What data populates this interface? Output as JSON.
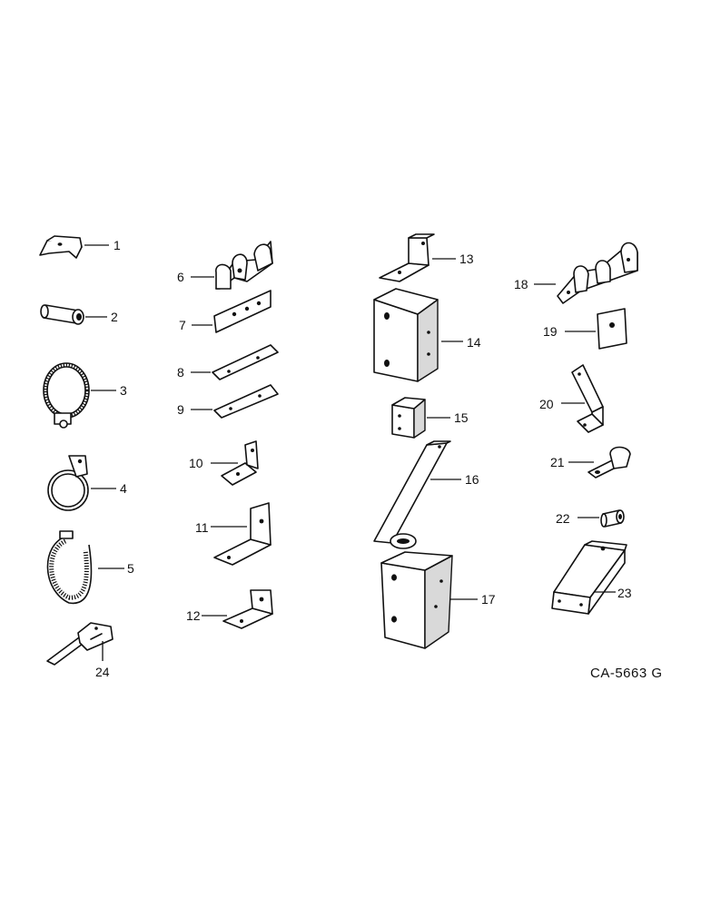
{
  "diagram": {
    "part_labels": [
      "1",
      "2",
      "3",
      "4",
      "5",
      "6",
      "7",
      "8",
      "9",
      "10",
      "11",
      "12",
      "13",
      "14",
      "15",
      "16",
      "17",
      "18",
      "19",
      "20",
      "21",
      "22",
      "23",
      "24"
    ],
    "code": "CA-5663 G"
  }
}
